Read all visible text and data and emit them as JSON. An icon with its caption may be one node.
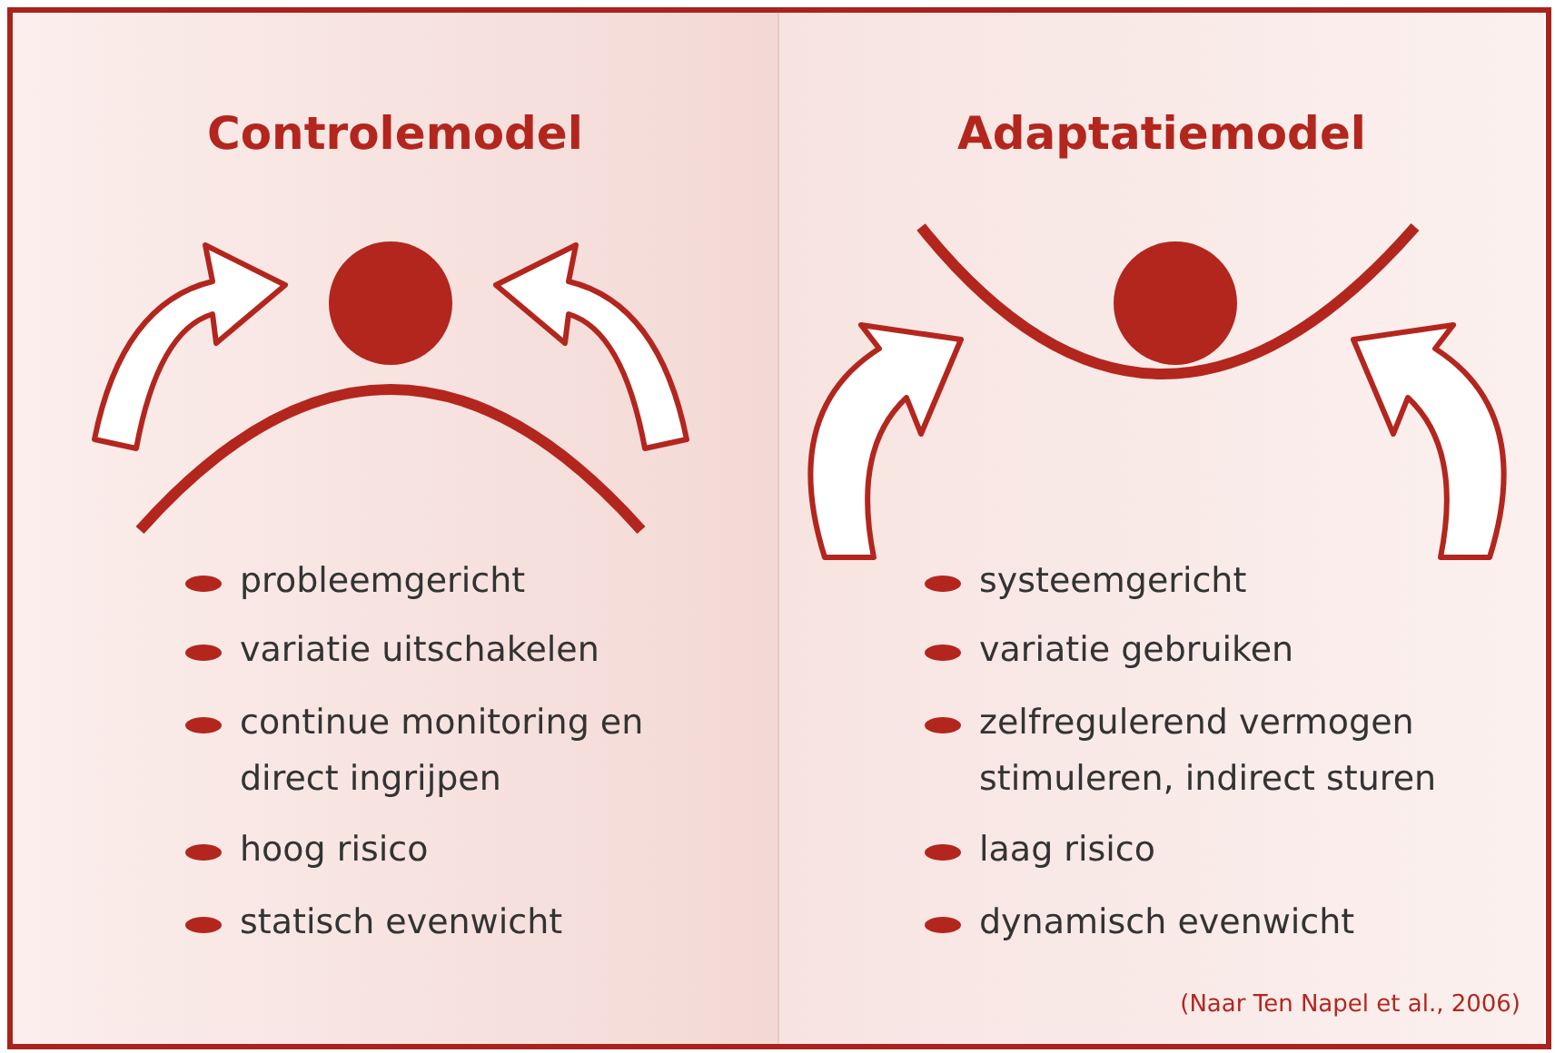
{
  "diagram": {
    "nodes": [
      {
        "text": [
          "Controlemodel",
          "probleemgericht",
          "variatie uitschakelen",
          "continue monitoring en direct ingrijpen",
          "hoog risico",
          "statisch evenwicht"
        ]
      },
      {
        "text": [
          "Adaptatiemodel",
          "systeemgericht",
          "variatie gebruiken",
          "zelfregulerend vermogen stimuleren, indirect sturen",
          "laag risico",
          "dynamisch evenwicht"
        ]
      }
    ],
    "labels": [
      "(Naar Ten Napel et al., 2006)"
    ]
  }
}
